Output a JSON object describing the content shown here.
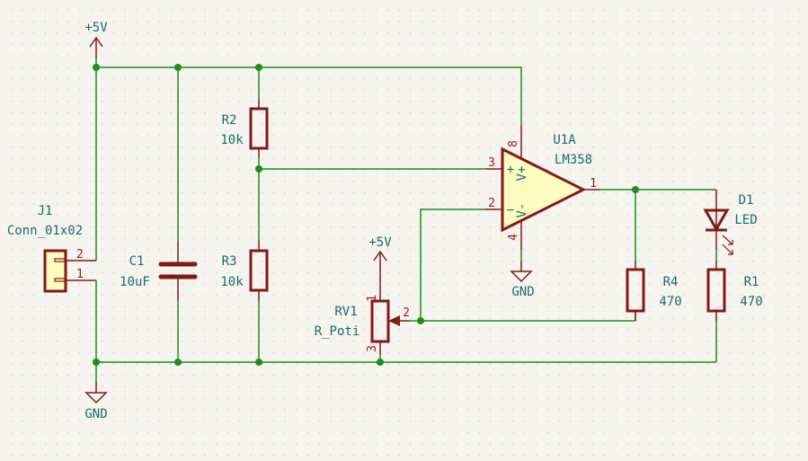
{
  "schematic": {
    "colors": {
      "background": "#f5f4ef",
      "wire": "#1a8f1a",
      "symbol": "#841818",
      "label": "#1a6b6b",
      "pin_number": "#a11a1a",
      "body_fill": "#fffcc0",
      "junction": "#1a8f1a"
    },
    "power": {
      "vcc_main": "+5V",
      "vcc_pot": "+5V",
      "gnd_main": "GND",
      "gnd_opamp": "GND"
    },
    "components": {
      "J1": {
        "ref": "J1",
        "value": "Conn_01x02",
        "pins": [
          "2",
          "1"
        ]
      },
      "C1": {
        "ref": "C1",
        "value": "10uF"
      },
      "R2": {
        "ref": "R2",
        "value": "10k"
      },
      "R3": {
        "ref": "R3",
        "value": "10k"
      },
      "RV1": {
        "ref": "RV1",
        "value": "R_Poti",
        "pins": [
          "1",
          "2",
          "3"
        ]
      },
      "U1A": {
        "ref": "U1A",
        "value": "LM358",
        "pins": {
          "noninv": "3",
          "inv": "2",
          "out": "1",
          "vplus": "8",
          "vminus": "4"
        },
        "vplus_label": "V+",
        "vminus_label": "V-",
        "plus_sign": "+",
        "minus_sign": "−"
      },
      "R4": {
        "ref": "R4",
        "value": "470"
      },
      "D1": {
        "ref": "D1",
        "value": "LED"
      },
      "R1": {
        "ref": "R1",
        "value": "470"
      }
    }
  }
}
